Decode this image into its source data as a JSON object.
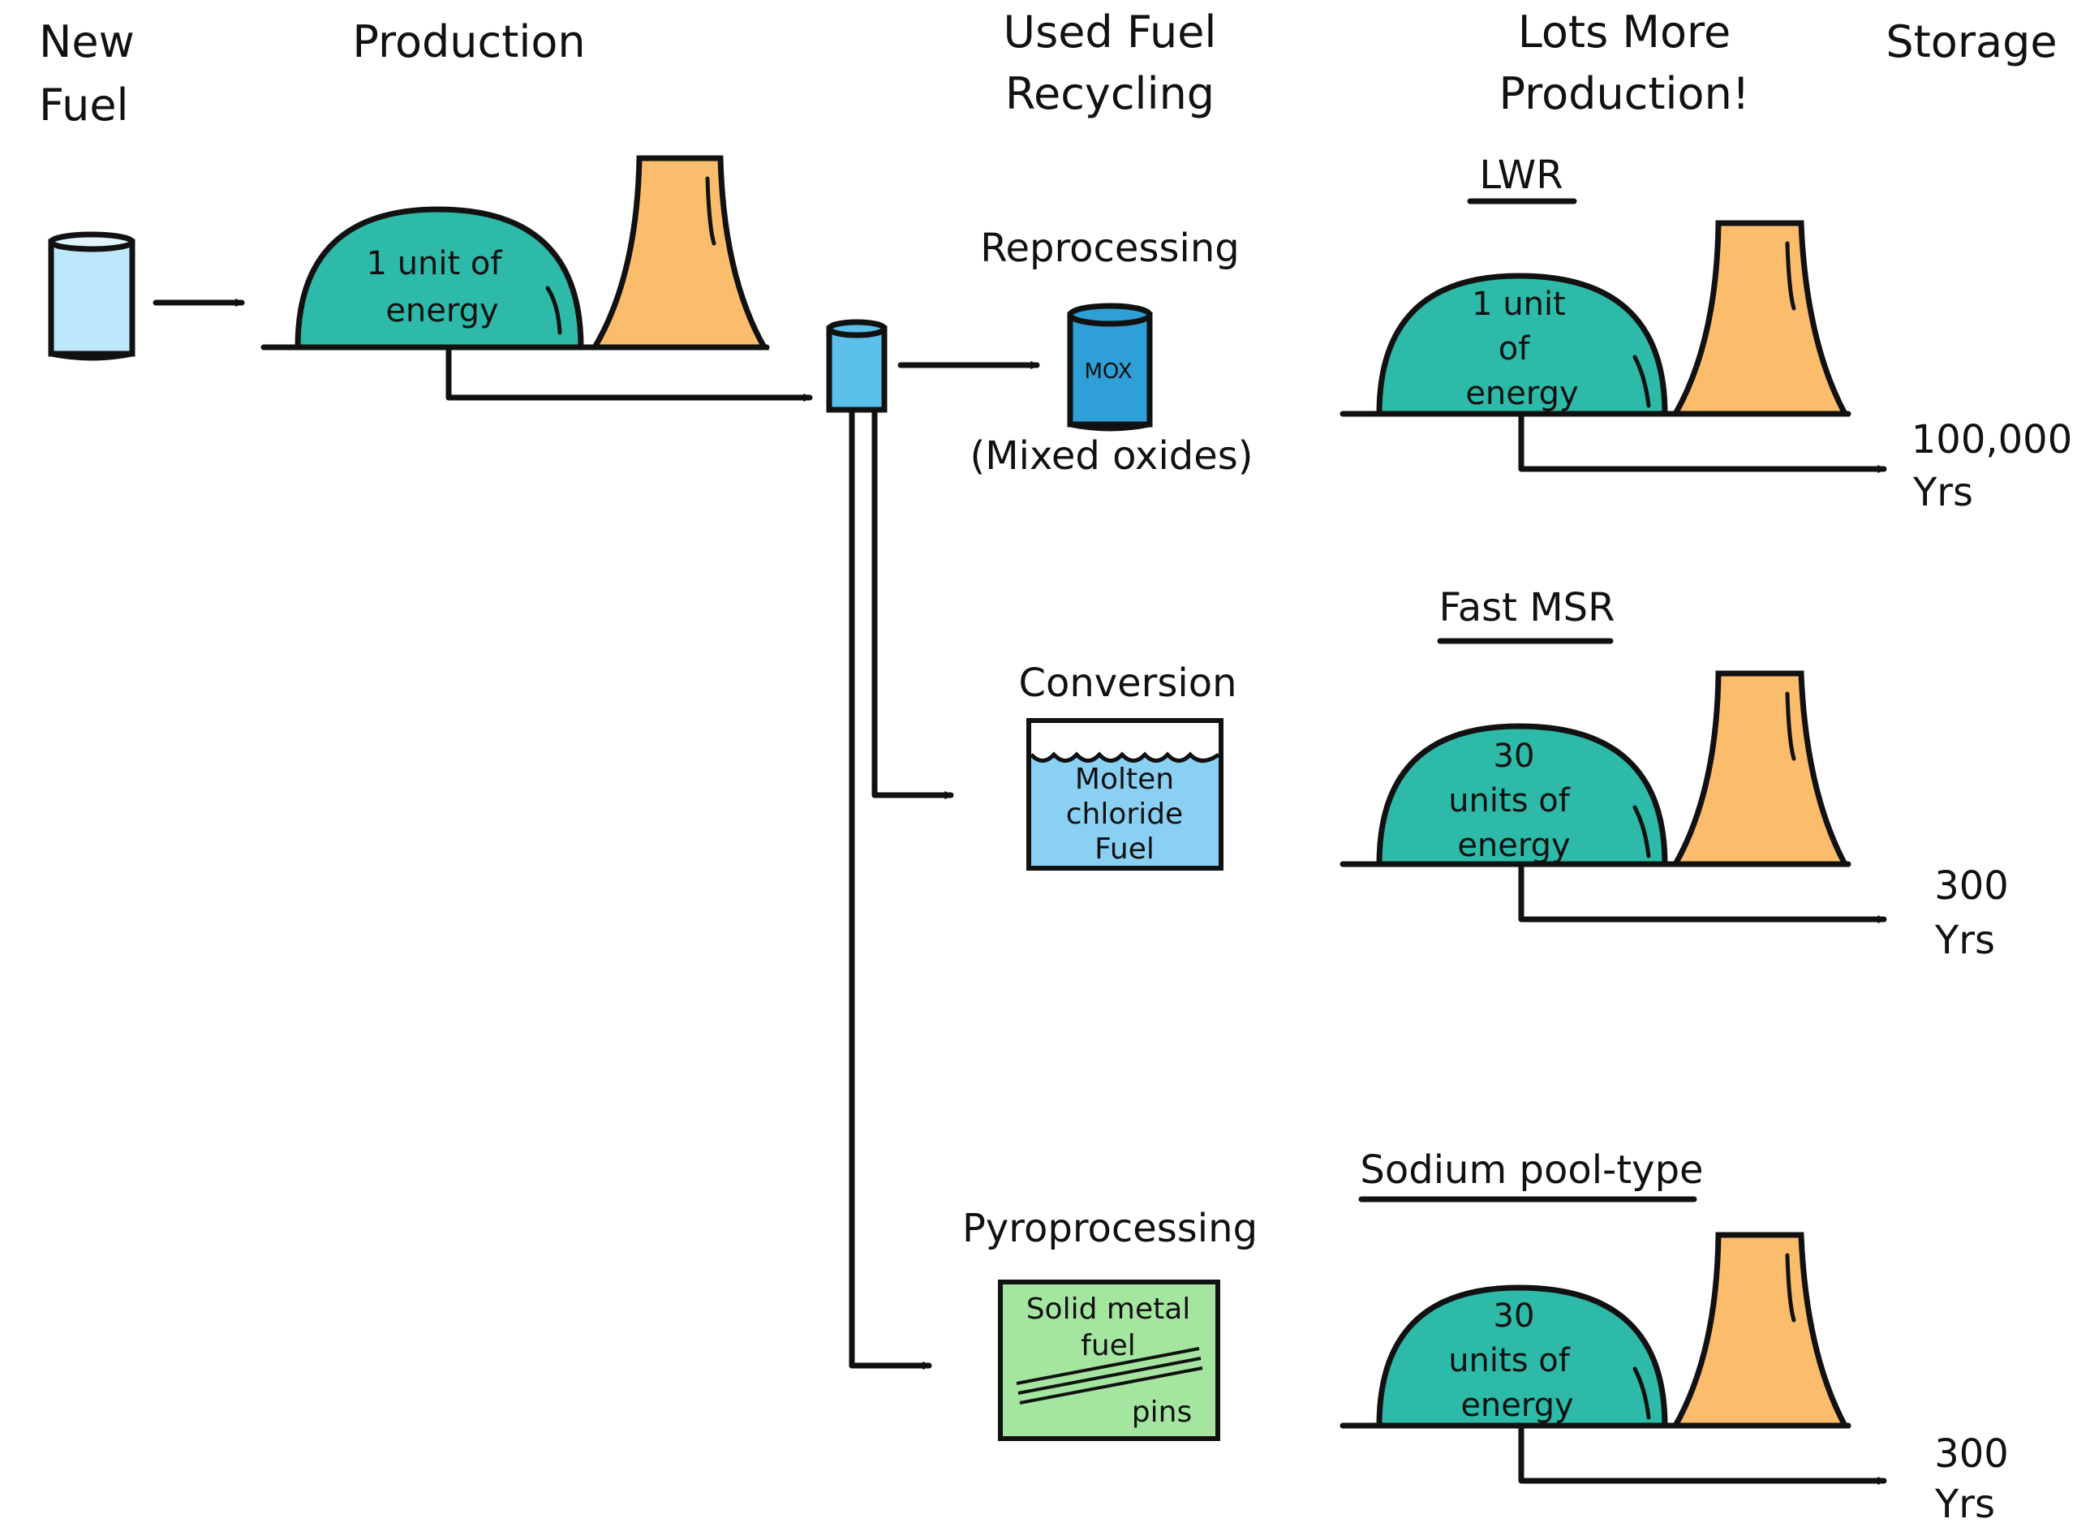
{
  "columns": {
    "new_fuel": [
      "New",
      "Fuel"
    ],
    "production": "Production",
    "used_fuel": [
      "Used Fuel",
      "Recycling"
    ],
    "more_production": [
      "Lots More",
      "Production!"
    ],
    "storage": "Storage"
  },
  "production_reactor": {
    "energy": [
      "1 unit of",
      "energy"
    ]
  },
  "processes": {
    "reprocessing": {
      "title": "Reprocessing",
      "barrel_label": "MOX",
      "caption": "(Mixed oxides)"
    },
    "conversion": {
      "title": "Conversion",
      "box_text": [
        "Molten",
        "chloride",
        "Fuel"
      ]
    },
    "pyroprocessing": {
      "title": "Pyroprocessing",
      "box_text": [
        "Solid metal",
        "fuel"
      ],
      "pins_label": "pins"
    }
  },
  "reactors": [
    {
      "name": "LWR",
      "energy": [
        "1 unit",
        "of",
        "energy"
      ],
      "storage": [
        "100,000",
        "Yrs"
      ]
    },
    {
      "name": "Fast MSR",
      "energy": [
        "30",
        "units of",
        "energy"
      ],
      "storage": [
        "300",
        "Yrs"
      ]
    },
    {
      "name": "Sodium pool-type",
      "energy": [
        "30",
        "units of",
        "energy"
      ],
      "storage": [
        "300",
        "Yrs"
      ]
    }
  ],
  "colors": {
    "dome": "#2dbaa8",
    "tower": "#fbbd6b",
    "new_fuel": "#bde8fb",
    "used_fuel": "#5bc0ea",
    "mox": "#2f9fd8",
    "molten": "#8ad0f2",
    "metal": "#a4e6a0"
  }
}
